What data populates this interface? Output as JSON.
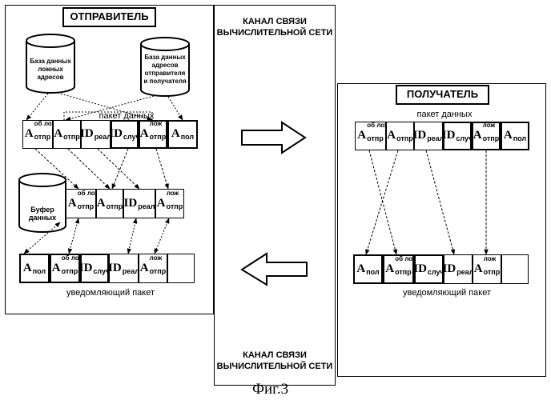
{
  "sender": {
    "title": "ОТПРАВИТЕЛЬ"
  },
  "receiver": {
    "title": "ПОЛУЧАТЕЛЬ"
  },
  "channel": {
    "top": "КАНАЛ СВЯЗИ\nВЫЧИСЛИТЕЛЬНОЙ СЕТИ",
    "bottom": "КАНАЛ СВЯЗИ\nВЫЧИСЛИТЕЛЬНОЙ СЕТИ"
  },
  "databases": {
    "fake": "База данных ложных адресов",
    "real": "База данных адресов отправителя и получателя",
    "buffer": "Буфер данных"
  },
  "labels": {
    "data_packet": "пакет данных",
    "notify_packet": "уведомляющий пакет",
    "figure": "Фиг.3"
  },
  "fields": {
    "a_fake_sender_ob": {
      "main": "A",
      "sub": "отпр",
      "sup": "об лож"
    },
    "a_sender": {
      "main": "A",
      "sub": "отпр",
      "sup": ""
    },
    "id_real": {
      "main": "ID",
      "sub": "реал",
      "sup": ""
    },
    "id_rand": {
      "main": "ID",
      "sub": "случ",
      "sup": ""
    },
    "a_fake_sender": {
      "main": "A",
      "sub": "отпр",
      "sup": "лож"
    },
    "a_receiver": {
      "main": "A",
      "sub": "пол",
      "sup": ""
    }
  }
}
